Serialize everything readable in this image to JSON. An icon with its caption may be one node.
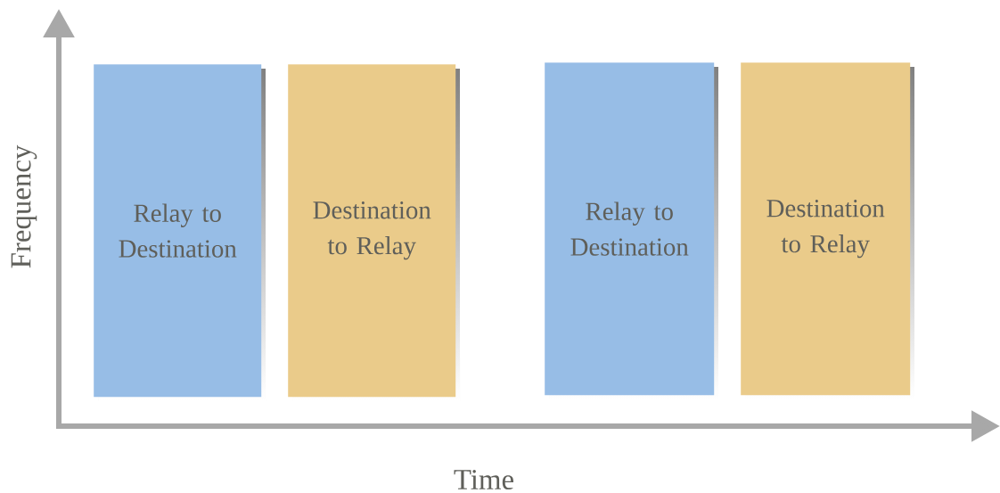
{
  "diagram": {
    "nodes": [
      {
        "text": [
          "Relay to Destination"
        ]
      },
      {
        "text": [
          "Destination to Relay"
        ]
      },
      {
        "text": [
          "Relay to Destination"
        ]
      },
      {
        "text": [
          "Destination to Relay"
        ]
      }
    ],
    "labels": [
      "Frequency",
      "Time"
    ]
  }
}
